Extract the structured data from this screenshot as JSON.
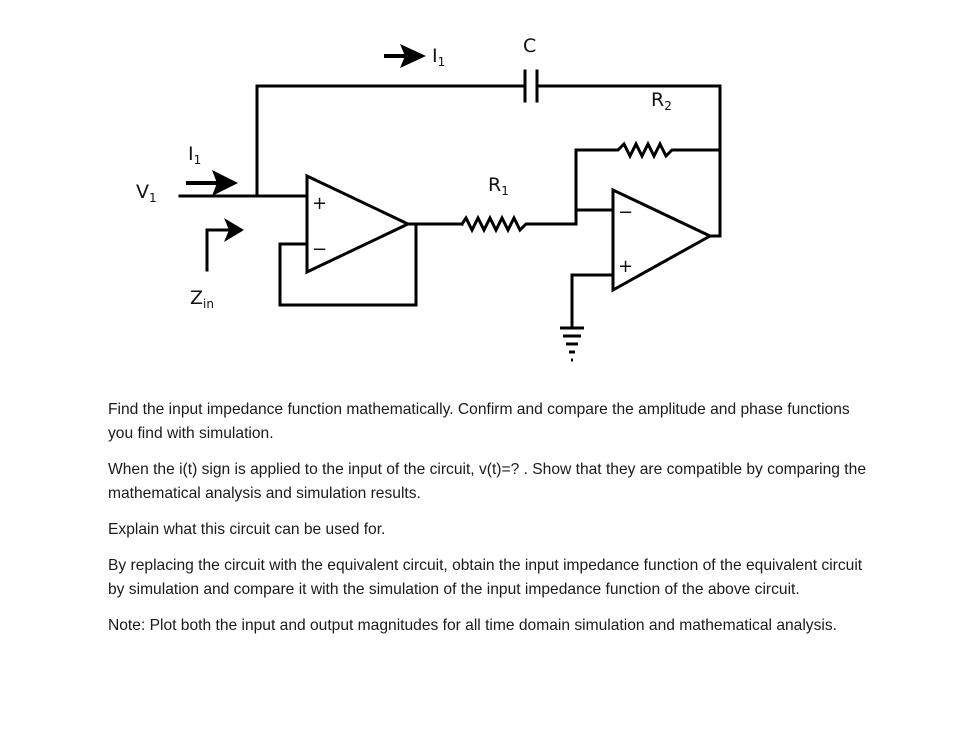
{
  "circuit": {
    "labels": {
      "i1_top": "I",
      "i1_top_sub": "1",
      "c": "C",
      "r2": "R",
      "r2_sub": "2",
      "i1_left": "I",
      "i1_left_sub": "1",
      "v1": "V",
      "v1_sub": "1",
      "r1": "R",
      "r1_sub": "1",
      "zin": "Z",
      "zin_sub": "in",
      "opamp1_plus": "+",
      "opamp1_minus": "−",
      "opamp2_plus": "+",
      "opamp2_minus": "−"
    }
  },
  "text": {
    "p1": "Find the input impedance function mathematically. Confirm and compare the amplitude and phase functions you find with simulation.",
    "p2": "When the i(t) sign is applied to the input of the circuit, v(t)=? . Show that they are compatible by comparing the mathematical analysis and simulation results.",
    "p3": "Explain what this circuit can be used for.",
    "p4": "By replacing the circuit with the equivalent circuit, obtain the input impedance function of the equivalent circuit by simulation and compare it with the simulation of the input impedance function of the above circuit.",
    "p5": "Note: Plot both the input and output magnitudes for all time domain simulation and mathematical analysis."
  }
}
